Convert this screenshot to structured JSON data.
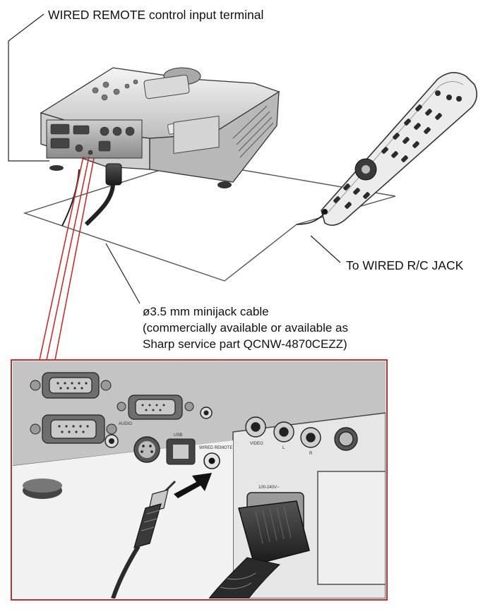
{
  "labels": {
    "wired_remote_terminal": "WIRED REMOTE control input terminal",
    "to_wired_rc_jack": "To WIRED R/C JACK",
    "cable_line1": "ø3.5 mm minijack cable",
    "cable_line2": "(commercially available or available as",
    "cable_line3": "Sharp service part QCNW-4870CEZZ)"
  },
  "panel_labels": {
    "audio": "AUDIO",
    "video": "VIDEO",
    "l": "L",
    "r": "R",
    "usb": "USB",
    "wired_remote": "WIRED REMOTE",
    "voltage": "100-240V~"
  },
  "colors": {
    "callout_red": "#c0302f",
    "line": "#222222"
  }
}
